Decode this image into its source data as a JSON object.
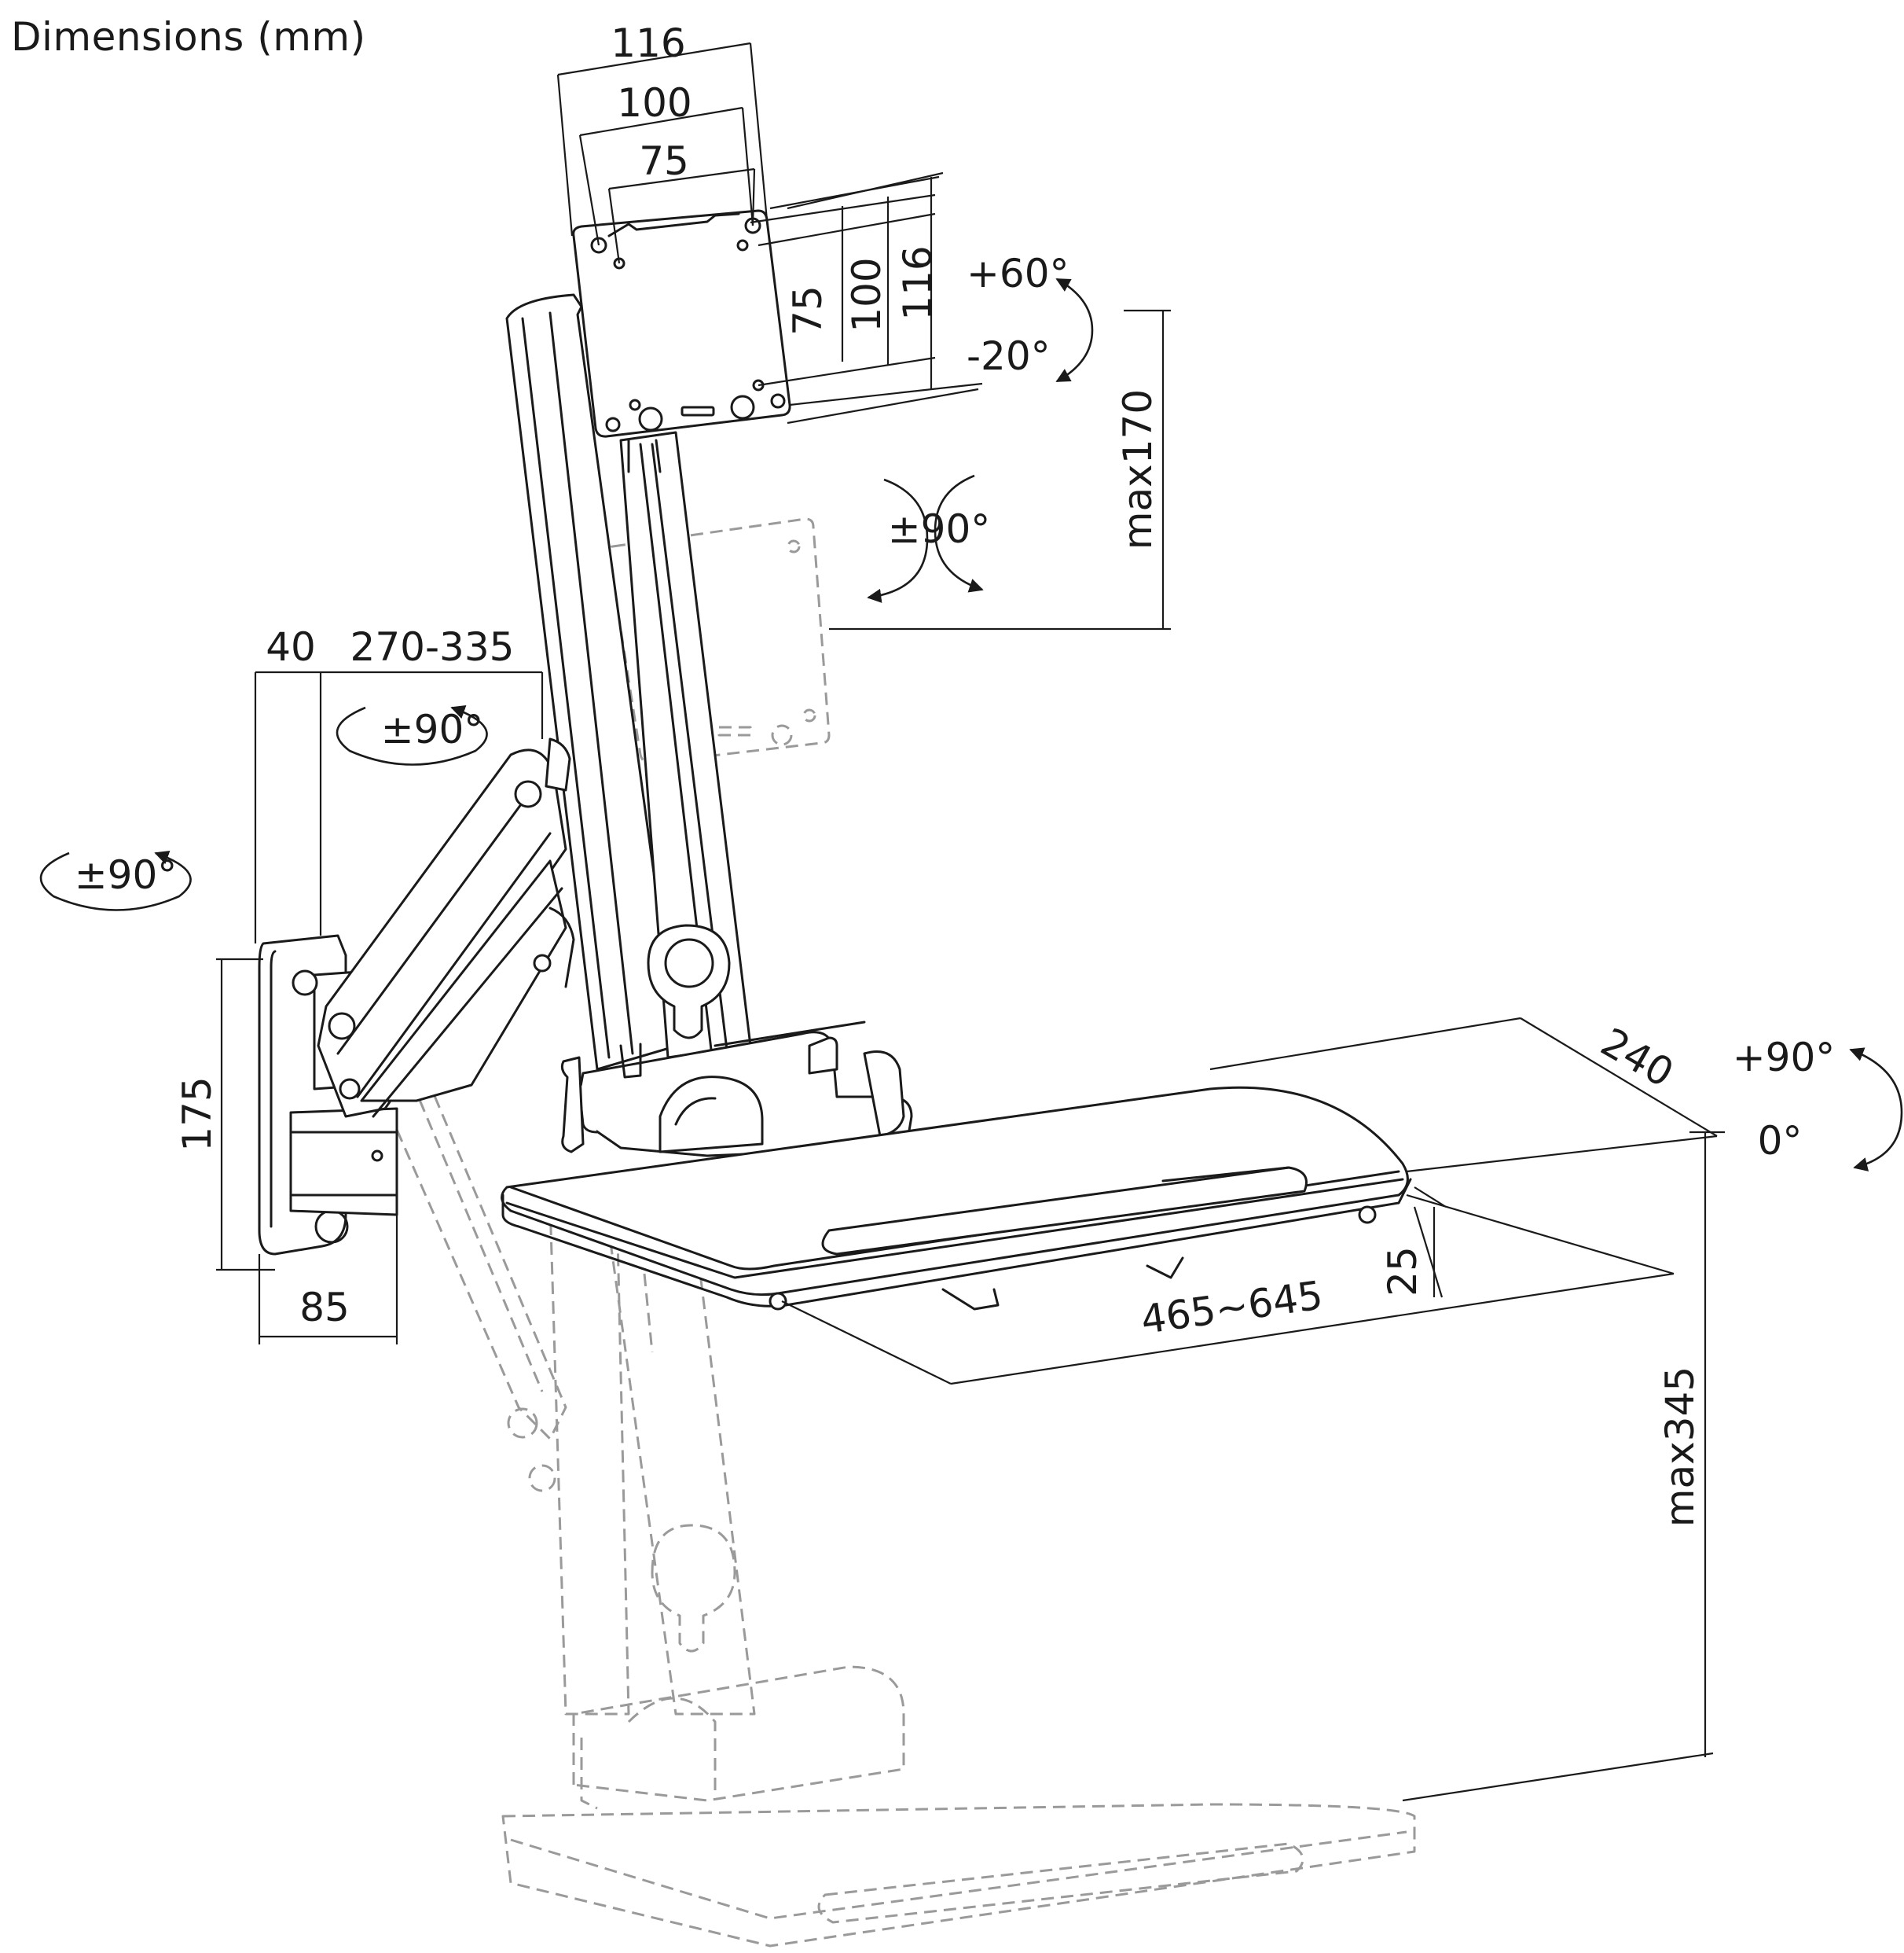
{
  "title": "Dimensions (mm)",
  "dimensions": {
    "vesa_w_116": "116",
    "vesa_w_100": "100",
    "vesa_w_75": "75",
    "vesa_h_75": "75",
    "vesa_h_100": "100",
    "vesa_h_116": "116",
    "monitor_height_adjust": "max170",
    "wall_offset": "40",
    "arm_reach": "270-335",
    "plate_height": "175",
    "plate_depth": "85",
    "keyboard_tray_depth": "240",
    "keyboard_tray_width": "465~645",
    "keyboard_tray_thickness": "25",
    "lift_height": "max345"
  },
  "rotations": {
    "tilt_up": "+60°",
    "tilt_down": "-20°",
    "monitor_rotation": "±90°",
    "arm_swivel": "±90°",
    "wall_swivel": "±90°",
    "tray_tilt_up": "+90°",
    "tray_tilt_zero": "0°"
  },
  "colors": {
    "line": "#1a1a1a",
    "ghost_line": "#9a9a9a",
    "background": "#ffffff"
  }
}
